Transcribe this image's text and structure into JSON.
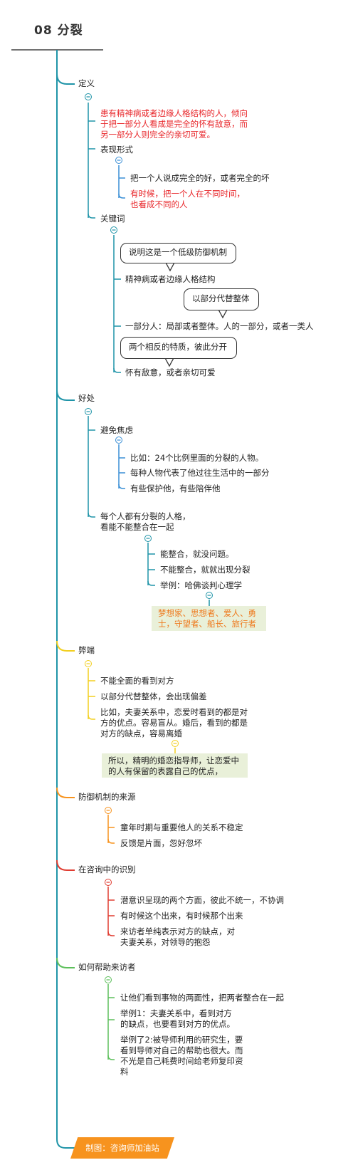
{
  "title": "08 分裂",
  "definition": {
    "label": "定义",
    "text_lines": [
      "患有精神病或者边缘人格结构的人，倾向",
      "于把一部分人看成是完全的怀有敌意，而",
      "另一部分人则完全的亲切可爱。"
    ],
    "forms": {
      "label": "表现形式",
      "item1": "把一个人说成完全的好，或者完全的坏",
      "item2_lines": [
        "有时候，把一个人在不同时间，",
        "也看成不同的人"
      ]
    },
    "keywords": {
      "label": "关键词",
      "callout1": "说明这是一个低级防御机制",
      "item1": "精神病或者边缘人格结构",
      "callout2": "以部分代替整体",
      "item2": "一部分人：局部或者整体。人的一部分，或者一类人",
      "callout3": "两个相反的特质，彼此分开",
      "item3": "怀有敌意，或者亲切可爱"
    }
  },
  "benefits": {
    "label": "好处",
    "avoid_anxiety": {
      "label": "避免焦虑",
      "items": [
        "比如：24个比例里面的分裂的人物。",
        "每种人物代表了他过往生活中的一部分",
        "有些保护他，有些陪伴他"
      ]
    },
    "everyone_lines": [
      "每个人都有分裂的人格，",
      "看能不能整合在一起"
    ],
    "integrate_items": [
      "能整合，就没问题。",
      "不能整合，就就出现分裂",
      "举例：哈佛谈判心理学"
    ],
    "example_lines": [
      "梦想家、思想者、爱人、勇",
      "士，守望者、船长、旅行者"
    ]
  },
  "drawbacks": {
    "label": "弊端",
    "item1": "不能全面的看到对方",
    "item2": "以部分代替整体，会出现偏差",
    "item3_lines": [
      "比如，夫妻关系中，恋爱时看到的都是对",
      "方的优点。容易盲从。婚后，看到的都是",
      "对方的缺点，容易离婚"
    ],
    "note_lines": [
      "所以，精明的婚恋指导师，让恋爱中",
      "的人有保留的表露自己的优点，"
    ]
  },
  "origin": {
    "label": "防御机制的来源",
    "items": [
      "童年时期与重要他人的关系不稳定",
      "反馈是片面，忽好忽坏"
    ]
  },
  "recognition": {
    "label": "在咨询中的识别",
    "item1": "潜意识呈现的两个方面，彼此不统一，不协调",
    "item2": "有时候这个出来，有时候那个出来",
    "item3_lines": [
      "来访者单纯表示对方的缺点，对",
      "夫妻关系，对领导的抱怨"
    ]
  },
  "help": {
    "label": "如何帮助来访者",
    "item1": "让他们看到事物的两面性，把两者整合在一起",
    "item2_lines": [
      "举例1：夫妻关系中，看到对方",
      "的缺点，也要看到对方的优点。"
    ],
    "item3_lines": [
      "举例了2:被导师利用的研究生，要",
      "看到导师对自己的帮助也很大。而",
      "不光是自己耗费时间给老师复印资",
      "料"
    ]
  },
  "brand": "制图：咨询师加油站",
  "colors": {
    "teal": "#1f94a8",
    "blue": "#3a8fd6",
    "yellow": "#f2cf1f",
    "orange": "#f7931e",
    "red": "#e03c31",
    "green": "#5cbf5a",
    "red_text": "#e8262a",
    "orange_text": "#ee7a1e",
    "box_bg": "#e9f0d9"
  }
}
